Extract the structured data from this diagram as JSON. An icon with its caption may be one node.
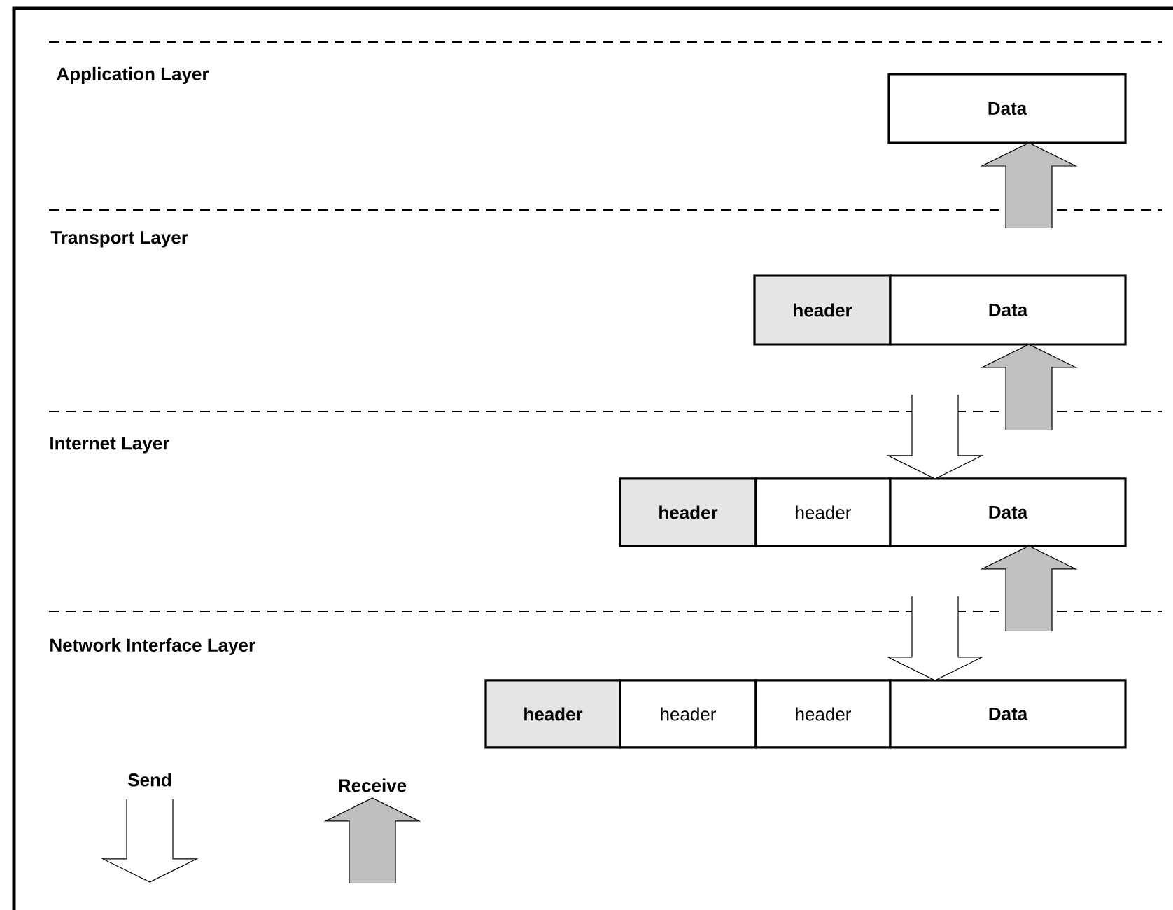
{
  "diagram": {
    "nodes": [
      {
        "text": [
          "Data"
        ]
      },
      {
        "text": [
          "header"
        ]
      },
      {
        "text": [
          "Data"
        ]
      },
      {
        "text": [
          "header"
        ]
      },
      {
        "text": [
          "header"
        ]
      },
      {
        "text": [
          "Data"
        ]
      },
      {
        "text": [
          "header"
        ]
      },
      {
        "text": [
          "header"
        ]
      },
      {
        "text": [
          "header"
        ]
      },
      {
        "text": [
          "Data"
        ]
      }
    ],
    "edges": [
      {
        "from": null,
        "to": 0,
        "arrow": "to",
        "color": "#c0c0c0"
      },
      {
        "from": null,
        "to": 2,
        "arrow": "to",
        "color": "#c0c0c0"
      },
      {
        "from": null,
        "to": 5,
        "arrow": "to"
      },
      {
        "from": null,
        "to": 5,
        "arrow": "to",
        "color": "#c0c0c0"
      },
      {
        "from": null,
        "to": 9,
        "arrow": "to"
      }
    ],
    "labels": [
      "Application Layer",
      "Transport Layer",
      "Internet Layer",
      "Network Interface Layer"
    ],
    "legend": [
      {
        "text": "Send"
      },
      {
        "text": "Receive"
      }
    ]
  }
}
